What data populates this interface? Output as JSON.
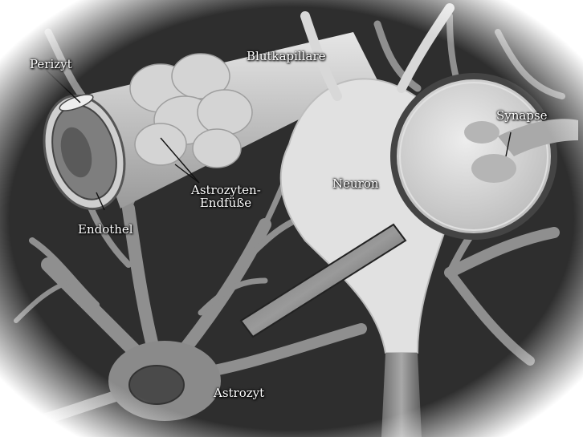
{
  "labels": {
    "perizyt": "Perizyt",
    "blutkapillare": "Blutkapillare",
    "synapse": "Synapse",
    "neuron": "Neuron",
    "astrozyten_endfuesse_line1": "Astrozyten-",
    "astrozyten_endfuesse_line2": "Endfüße",
    "endothel": "Endothel",
    "astrozyt": "Astrozyt"
  },
  "colors": {
    "background_dark": "#2a2a2a",
    "process_gray": "#8c8c8c",
    "process_light": "#c9c9c9",
    "neuron_light": "#dcdcdc",
    "vignette": "#ffffff"
  }
}
